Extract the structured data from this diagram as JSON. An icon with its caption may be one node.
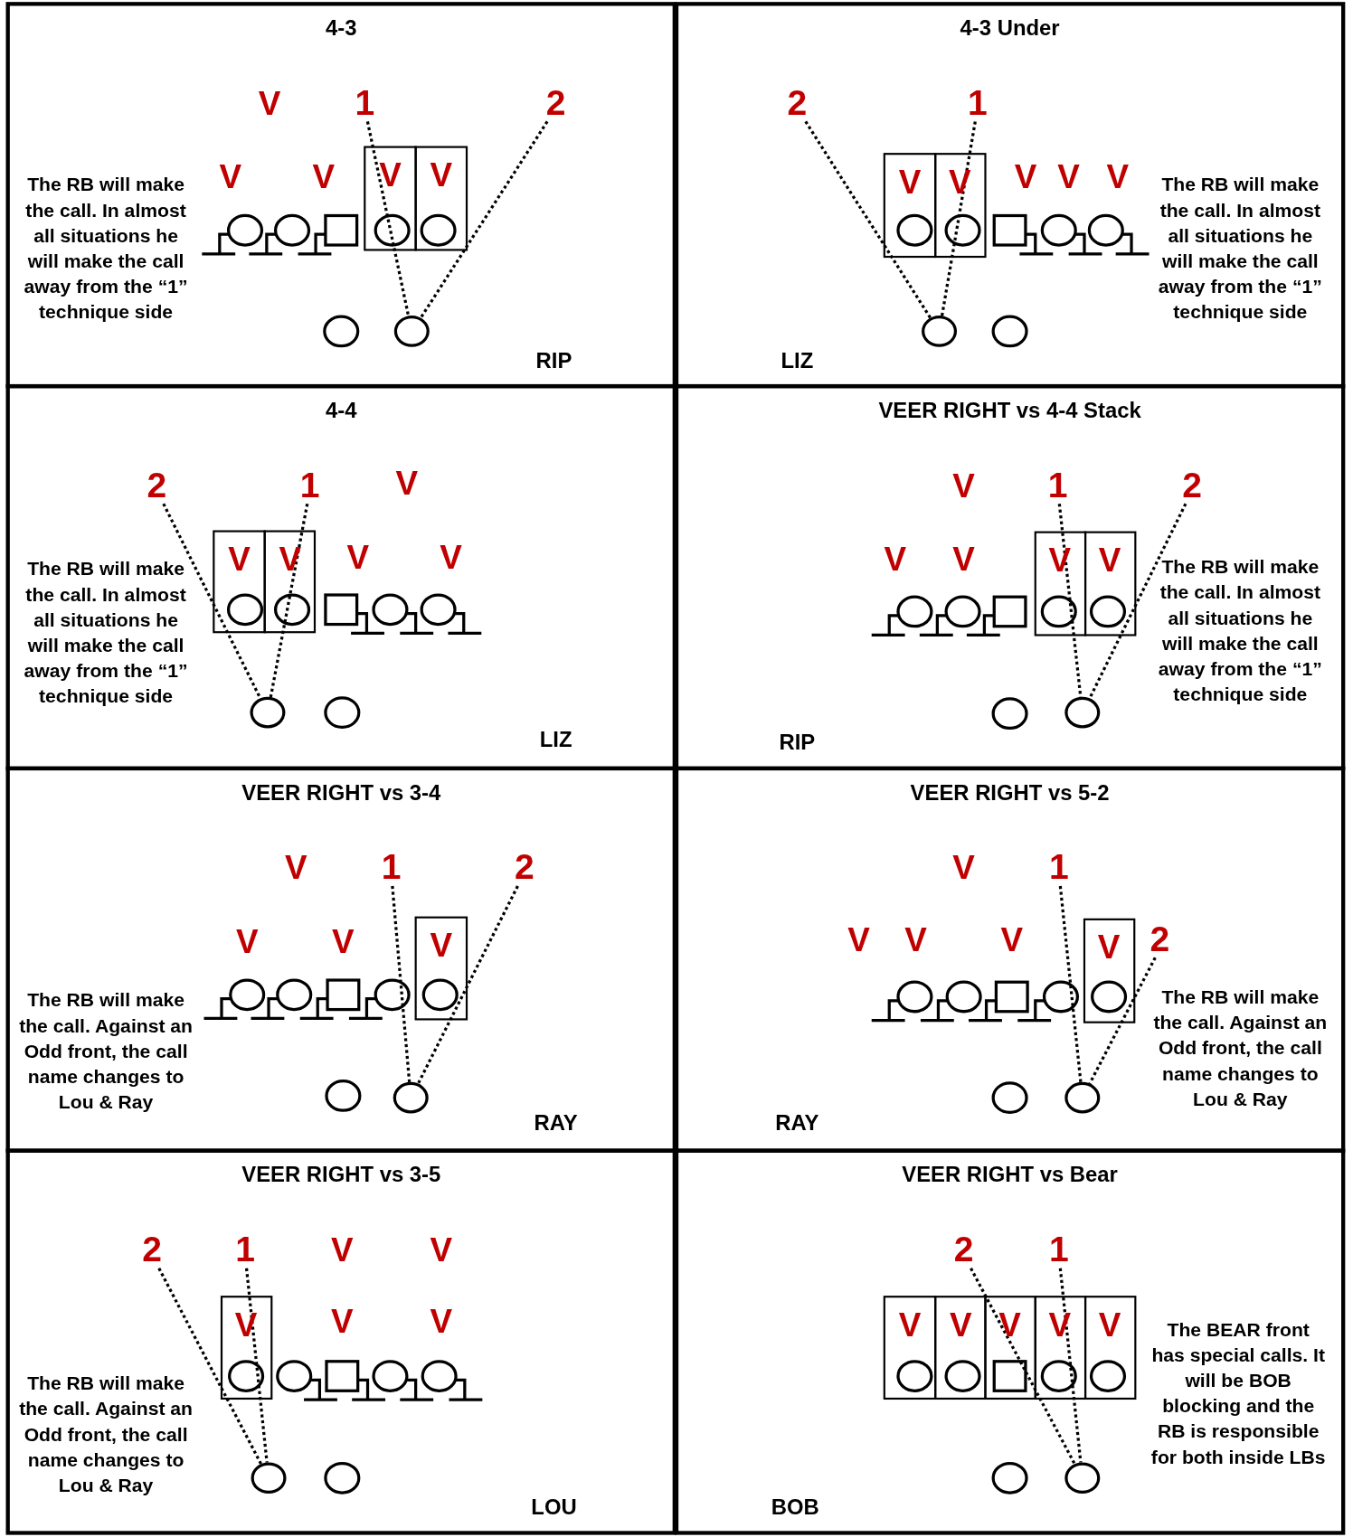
{
  "diagram": {
    "nodes": [
      {
        "text": [
          "4-3"
        ]
      },
      {
        "text": [
          "1"
        ],
        "in": 0
      },
      {
        "text": [
          "2"
        ],
        "in": 0
      },
      {
        "text": [],
        "shape": "circle",
        "in": 0
      },
      {
        "text": [
          "4-3 Under"
        ]
      },
      {
        "text": [
          "2"
        ],
        "in": 4
      },
      {
        "text": [
          "1"
        ],
        "in": 4
      },
      {
        "text": [],
        "shape": "circle",
        "in": 4
      },
      {
        "text": [
          "4-4"
        ]
      },
      {
        "text": [
          "2"
        ],
        "in": 8
      },
      {
        "text": [
          "1"
        ],
        "in": 8
      },
      {
        "text": [],
        "shape": "circle",
        "in": 8
      },
      {
        "text": [
          "VEER RIGHT vs 4-4 Stack"
        ]
      },
      {
        "text": [
          "1"
        ],
        "in": 12
      },
      {
        "text": [
          "2"
        ],
        "in": 12
      },
      {
        "text": [],
        "shape": "circle",
        "in": 12
      },
      {
        "text": [
          "VEER RIGHT vs 3-4"
        ]
      },
      {
        "text": [
          "1"
        ],
        "in": 16
      },
      {
        "text": [
          "2"
        ],
        "in": 16
      },
      {
        "text": [],
        "shape": "circle",
        "in": 16
      },
      {
        "text": [
          "VEER RIGHT vs 5-2"
        ]
      },
      {
        "text": [
          "1"
        ],
        "in": 20
      },
      {
        "text": [
          "2"
        ],
        "in": 20
      },
      {
        "text": [],
        "shape": "circle",
        "in": 20
      },
      {
        "text": [
          "VEER RIGHT vs 3-5"
        ]
      },
      {
        "text": [
          "2"
        ],
        "in": 24
      },
      {
        "text": [
          "1"
        ],
        "in": 24
      },
      {
        "text": [],
        "shape": "circle",
        "in": 24
      },
      {
        "text": [
          "VEER RIGHT vs Bear"
        ]
      },
      {
        "text": [
          "2"
        ],
        "in": 28
      },
      {
        "text": [
          "1"
        ],
        "in": 28
      },
      {
        "text": [],
        "shape": "circle",
        "in": 28
      }
    ],
    "edges": [
      {
        "from": 1,
        "to": 3,
        "arrow": "none",
        "style": "dashed"
      },
      {
        "from": 2,
        "to": 3,
        "arrow": "none",
        "style": "dashed"
      },
      {
        "from": 5,
        "to": 7,
        "arrow": "none",
        "style": "dashed"
      },
      {
        "from": 6,
        "to": 7,
        "arrow": "none",
        "style": "dashed"
      },
      {
        "from": 9,
        "to": 11,
        "arrow": "none",
        "style": "dashed"
      },
      {
        "from": 10,
        "to": 11,
        "arrow": "none",
        "style": "dashed"
      },
      {
        "from": 13,
        "to": 15,
        "arrow": "none",
        "style": "dashed"
      },
      {
        "from": 14,
        "to": 15,
        "arrow": "none",
        "style": "dashed"
      },
      {
        "from": 17,
        "to": 19,
        "arrow": "none",
        "style": "dashed"
      },
      {
        "from": 18,
        "to": 19,
        "arrow": "none",
        "style": "dashed"
      },
      {
        "from": 21,
        "to": 23,
        "arrow": "none",
        "style": "dashed"
      },
      {
        "from": 22,
        "to": 23,
        "arrow": "none",
        "style": "dashed"
      },
      {
        "from": 25,
        "to": 27,
        "arrow": "none",
        "style": "dashed"
      },
      {
        "from": 26,
        "to": 27,
        "arrow": "none",
        "style": "dashed"
      },
      {
        "from": 29,
        "to": 31,
        "arrow": "none",
        "style": "dashed"
      },
      {
        "from": 30,
        "to": 31,
        "arrow": "none",
        "style": "dashed"
      }
    ],
    "labels": [
      "V",
      "V",
      "V",
      "V",
      "V",
      "The RB will make the call. In almost all situations he will make the call away from the “1” technique side",
      "RIP",
      "V",
      "V",
      "V",
      "V",
      "V",
      "The RB will make the call. In almost all situations he will make the call away from the “1” technique side",
      "LIZ",
      "V",
      "V",
      "V",
      "V",
      "V",
      "The RB will make the call. In almost all situations he will make the call away from the “1” technique side",
      "LIZ",
      "V",
      "V",
      "V",
      "V",
      "V",
      "The RB will make the call. In almost all situations he will make the call away from the “1” technique side",
      "RIP",
      "V",
      "V",
      "V",
      "V",
      "The RB will make the call. Against an Odd front, the call name changes to Lou & Ray",
      "RAY",
      "V",
      "V",
      "V",
      "V",
      "V",
      "The RB will make the call. Against an Odd front, the call name changes to Lou & Ray",
      "RAY",
      "V",
      "V",
      "V",
      "V",
      "V",
      "The RB will make the call. Against an Odd front, the call name changes to Lou & Ray",
      "LOU",
      "V",
      "V",
      "V",
      "V",
      "V",
      "The BEAR front has special calls. It will be BOB blocking and the RB is responsible for both inside LBs",
      "BOB"
    ]
  }
}
